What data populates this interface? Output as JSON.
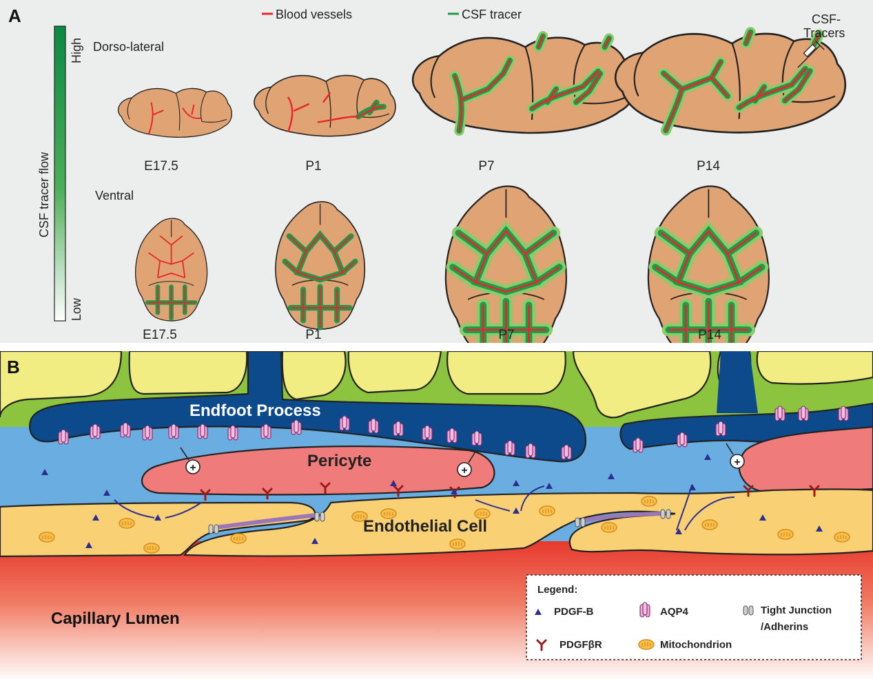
{
  "panel_a": {
    "letter": "A",
    "legend": {
      "blood_vessels": "Blood vessels",
      "csf_tracer": "CSF tracer",
      "blood_color": "#e8262b",
      "tracer_color": "#1e9a4b"
    },
    "colorbar": {
      "label": "CSF tracer flow",
      "high": "High",
      "low": "Low"
    },
    "dorso_lateral_label": "Dorso-lateral",
    "ventral_label": "Ventral",
    "injection_label_line1": "CSF-",
    "injection_label_line2": "Tracers",
    "stages_top": [
      "E17.5",
      "P1",
      "P7",
      "P14"
    ],
    "stages_bottom": [
      "E17.5",
      "P1",
      "P7",
      "P14"
    ],
    "brain_color": "#e0a373"
  },
  "panel_b": {
    "letter": "B",
    "endfoot_label": "Endfoot Process",
    "pericyte_label": "Pericyte",
    "endothelial_label": "Endothelial Cell",
    "lumen_label": "Capillary Lumen",
    "legend": {
      "title": "Legend:",
      "pdgf_b": "PDGF-B",
      "pdgfbr": "PDGFβR",
      "aqp4": "AQP4",
      "mitochondrion": "Mitochondrion",
      "tight_junction_line1": "Tight Junction",
      "tight_junction_line2": "/Adherins"
    },
    "colors": {
      "astrocyte": "#f2ed82",
      "glia_green": "#8cc43f",
      "endfoot": "#0c4a8c",
      "interstitial": "#6aade0",
      "pericyte": "#ef7b7b",
      "endothelial": "#f9d073",
      "lumen": "#e6352a",
      "pdgf_b": "#2b2f8f",
      "pdgfbr": "#9b1b1b"
    }
  }
}
